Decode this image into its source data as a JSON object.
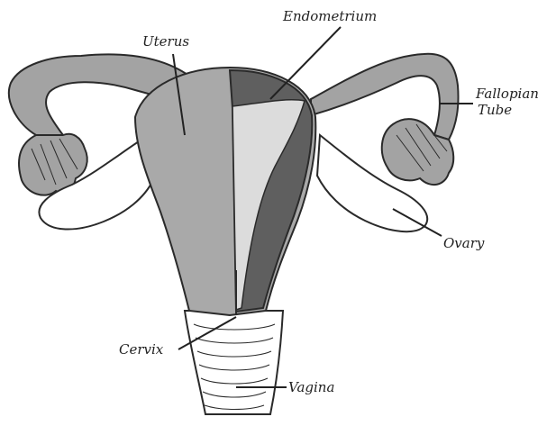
{
  "colors": {
    "background": "#ffffff",
    "outline": "#2a2a2a",
    "uterus_fill": "#a9a9a9",
    "endometrium_fill": "#5f5f5f",
    "cavity_fill": "#dcdcdc",
    "tube_fill": "#a3a3a3",
    "ovary_fill": "#ffffff"
  },
  "labels": {
    "endometrium": "Endometrium",
    "uterus": "Uterus",
    "fallopian_tube_line1": "Fallopian",
    "fallopian_tube_line2": "Tube",
    "ovary": "Ovary",
    "cervix": "Cervix",
    "vagina": "Vagina"
  }
}
